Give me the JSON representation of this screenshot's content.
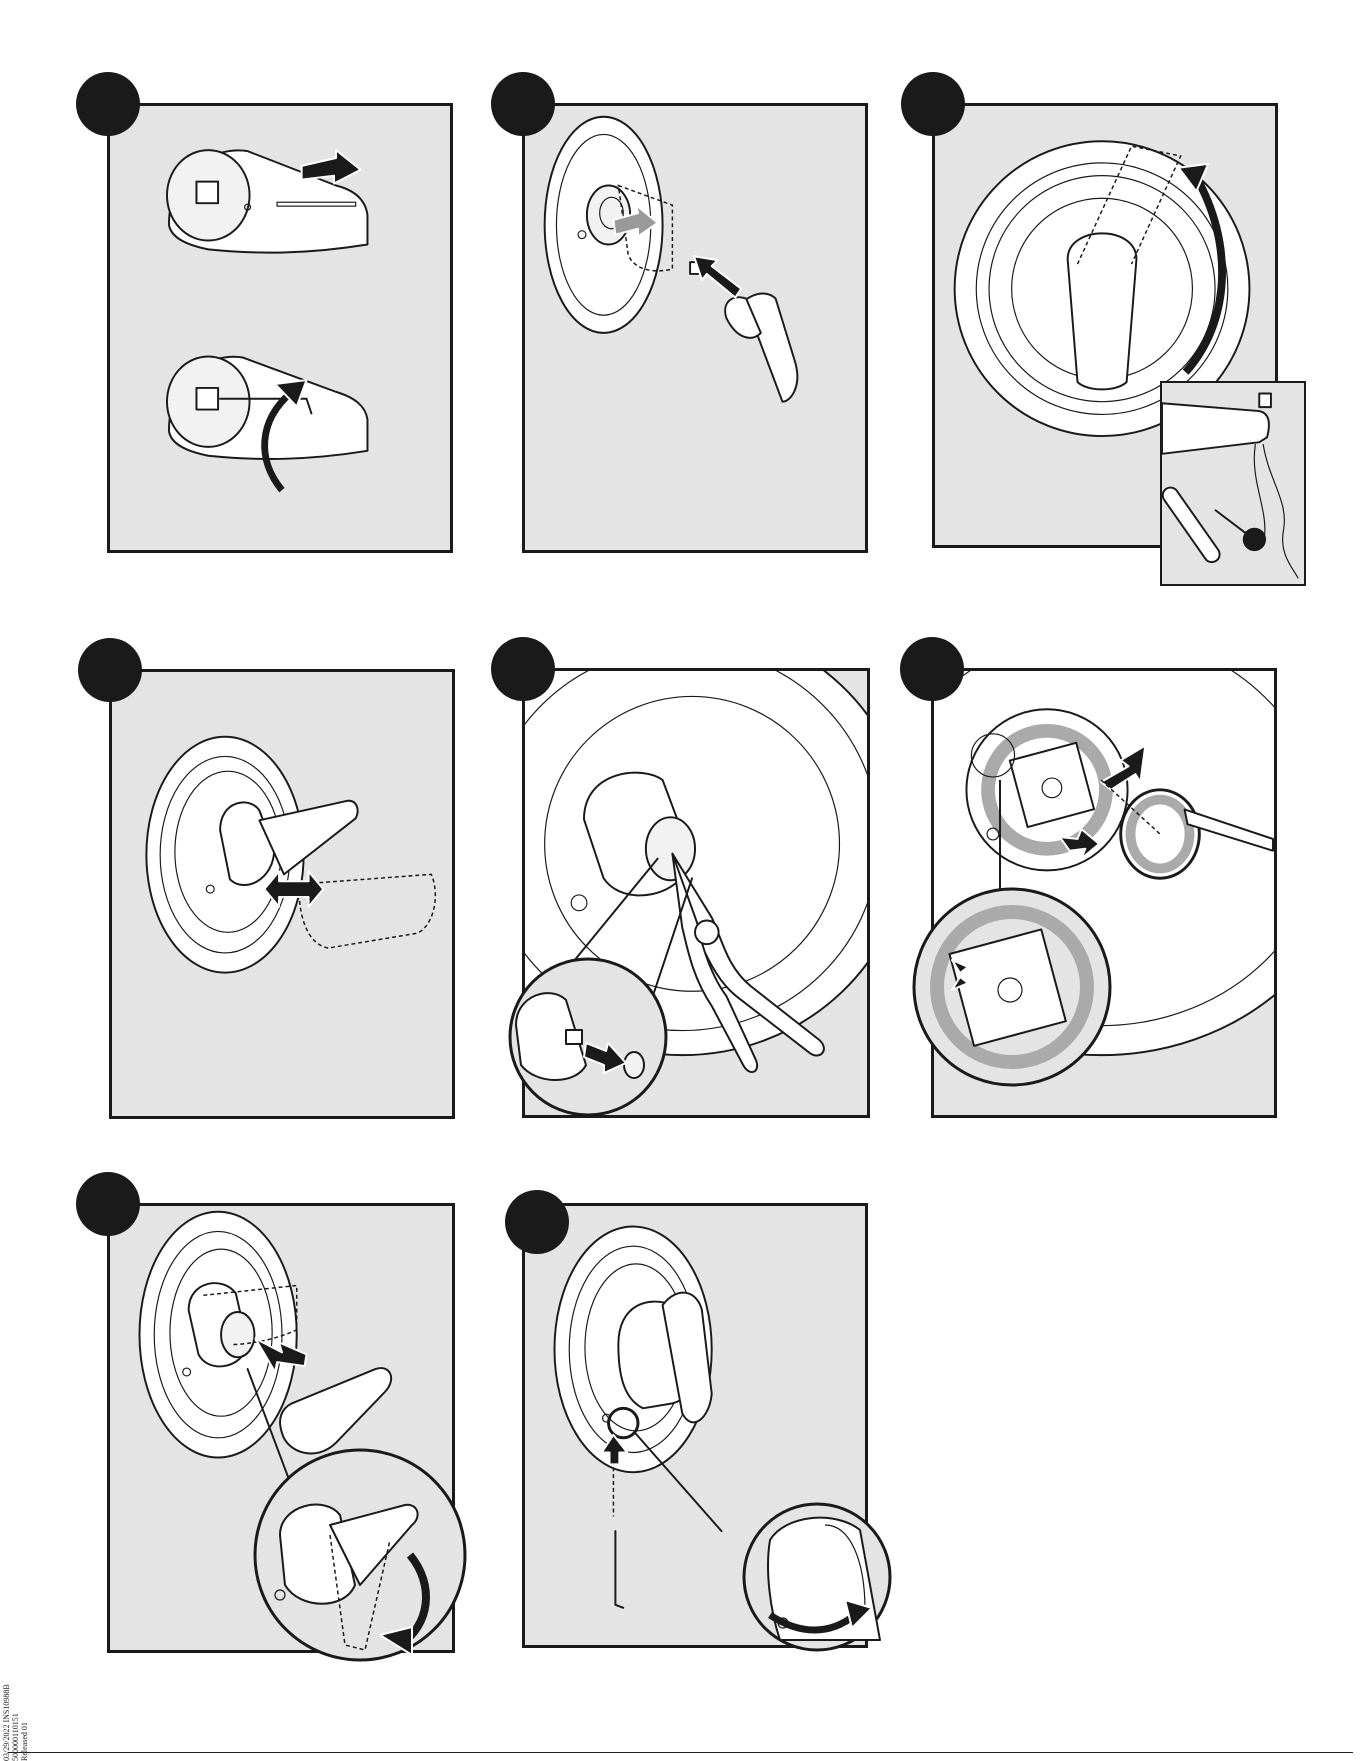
{
  "document": {
    "side_note_line1": "03/29/2022  INS10988B  500000110151",
    "side_note_line2": "Released 01"
  },
  "icons": {
    "step_marker": "filled-black-circle",
    "motion_arrow": "block-arrow",
    "thermometer": "thermometer-icon",
    "pliers": "pliers-icon",
    "allen_key": "hex-key-icon"
  },
  "colors": {
    "panel_fill": "#e4e4e4",
    "outline": "#1a1a1a",
    "highlight_ring": "#aaaaaa",
    "page": "#ffffff"
  }
}
